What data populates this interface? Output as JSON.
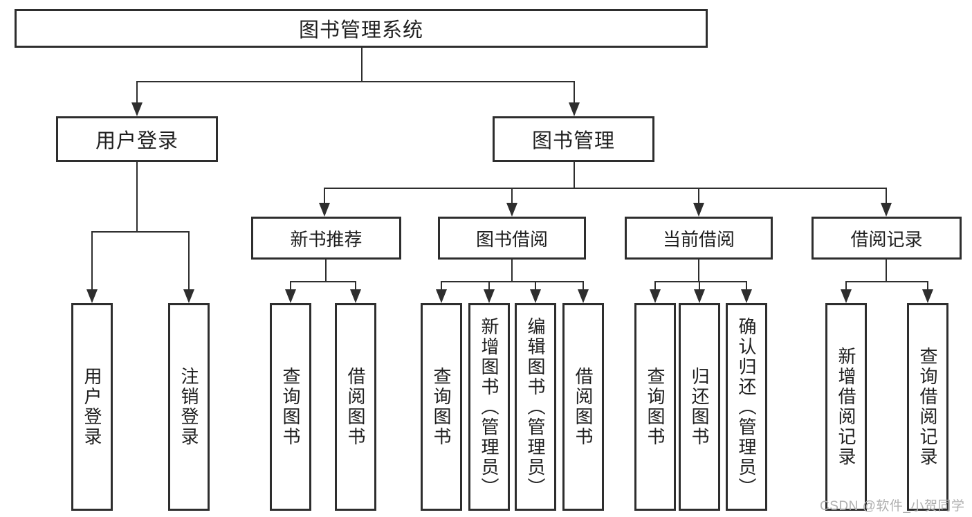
{
  "diagram": {
    "title": "图书管理系统",
    "level1": {
      "user_login": "用户登录",
      "book_mgmt": "图书管理"
    },
    "level2": {
      "new_books": "新书推荐",
      "borrowing": "图书借阅",
      "current": "当前借阅",
      "records": "借阅记录"
    },
    "leaves": {
      "user_login": [
        "用户登录",
        "注销登录"
      ],
      "new_books": [
        "查询图书",
        "借阅图书"
      ],
      "borrowing": [
        "查询图书",
        "新增图书（管理员）",
        "编辑图书（管理员）",
        "借阅图书"
      ],
      "current": [
        "查询图书",
        "归还图书",
        "确认归还（管理员）"
      ],
      "records": [
        "新增借阅记录",
        "查询借阅记录"
      ]
    }
  },
  "watermark": "CSDN @软件_小贺同学",
  "colors": {
    "line": "#2e2e2e",
    "text": "#1f1f1f",
    "watermark": "#b0b0b0",
    "background": "#ffffff"
  }
}
